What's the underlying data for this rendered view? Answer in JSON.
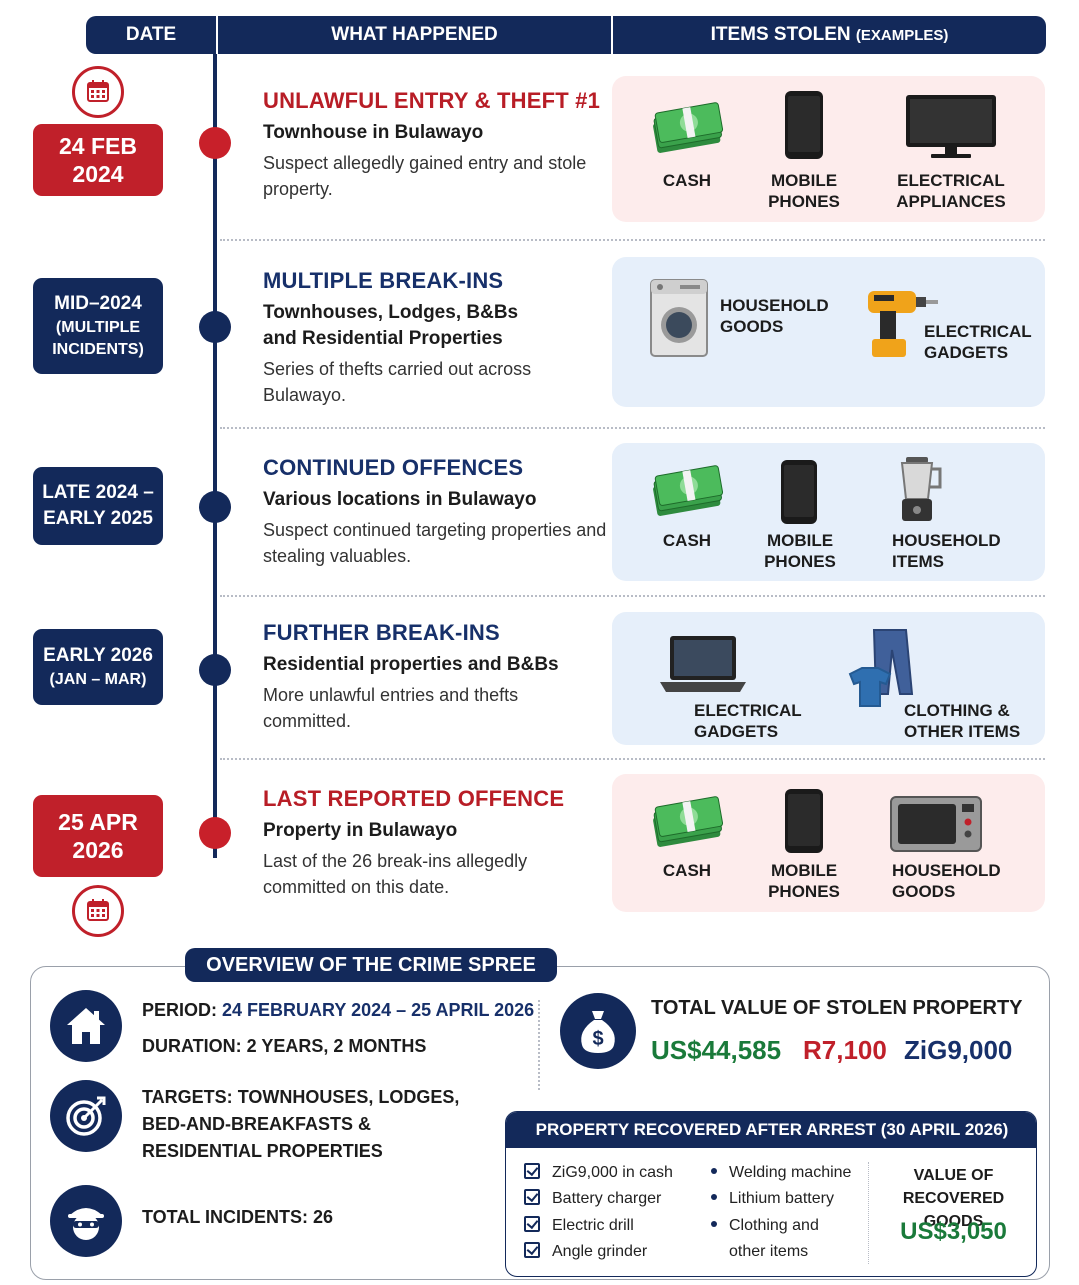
{
  "header": {
    "date": "DATE",
    "what": "WHAT HAPPENED",
    "items_main": "ITEMS STOLEN",
    "items_sub": "(EXAMPLES)"
  },
  "events": [
    {
      "date_line1": "24 FEB",
      "date_line2": "2024",
      "title": "UNLAWFUL ENTRY & THEFT #1",
      "location": "Townhouse in Bulawayo",
      "description": "Suspect allegedly gained entry and stole property.",
      "items": [
        "CASH",
        "MOBILE PHONES",
        "ELECTRICAL APPLIANCES"
      ]
    },
    {
      "date_line1": "MID–2024",
      "date_line2": "(MULTIPLE",
      "date_line3": "INCIDENTS)",
      "title": "MULTIPLE BREAK-INS",
      "location": "Townhouses, Lodges, B&Bs and Residential Properties",
      "description": "Series of thefts carried out across Bulawayo.",
      "items": [
        "HOUSEHOLD GOODS",
        "ELECTRICAL GADGETS"
      ]
    },
    {
      "date_line1": "LATE 2024 –",
      "date_line2": "EARLY 2025",
      "title": "CONTINUED OFFENCES",
      "location": "Various locations in Bulawayo",
      "description": "Suspect continued targeting properties and stealing valuables.",
      "items": [
        "CASH",
        "MOBILE PHONES",
        "HOUSEHOLD ITEMS"
      ]
    },
    {
      "date_line1": "EARLY 2026",
      "date_line2": "(JAN – MAR)",
      "title": "FURTHER BREAK-INS",
      "location": "Residential properties and B&Bs",
      "description": "More unlawful entries and thefts committed.",
      "items": [
        "ELECTRICAL GADGETS",
        "CLOTHING & OTHER ITEMS"
      ]
    },
    {
      "date_line1": "25 APR",
      "date_line2": "2026",
      "title": "LAST REPORTED OFFENCE",
      "location": "Property in Bulawayo",
      "description": "Last of the 26 break-ins allegedly committed on this date.",
      "items": [
        "CASH",
        "MOBILE PHONES",
        "HOUSEHOLD GOODS"
      ]
    }
  ],
  "overview": {
    "title": "OVERVIEW OF THE CRIME SPREE",
    "period_label": "PERIOD:",
    "period_value": "24 FEBRUARY 2024 – 25 APRIL 2026",
    "duration_label": "DURATION:",
    "duration_value": "2 YEARS, 2 MONTHS",
    "targets_label": "TARGETS:",
    "targets_value": "TOWNHOUSES, LODGES, BED-AND-BREAKFASTS & RESIDENTIAL PROPERTIES",
    "incidents_label": "TOTAL INCIDENTS:",
    "incidents_value": "26",
    "total_label": "TOTAL VALUE OF STOLEN PROPERTY",
    "amounts": [
      {
        "text": "US$44,585",
        "color": "#1a7a3a"
      },
      {
        "text": "R7,100",
        "color": "#c0202a"
      },
      {
        "text": "ZiG9,000",
        "color": "#17306a"
      }
    ]
  },
  "recovered": {
    "title": "PROPERTY RECOVERED AFTER ARREST (30 APRIL 2026)",
    "checked": [
      "ZiG9,000 in cash",
      "Battery charger",
      "Electric drill",
      "Angle grinder"
    ],
    "bullets": [
      "Welding machine",
      "Lithium battery",
      "Clothing and",
      "other items"
    ],
    "value_label": "VALUE OF RECOVERED GOODS",
    "value": "US$3,050"
  },
  "colors": {
    "navy": "#13295a",
    "red": "#c0202a",
    "green": "#1a7a3a",
    "pink_panel": "#fdecec",
    "blue_panel": "#e6effa"
  }
}
